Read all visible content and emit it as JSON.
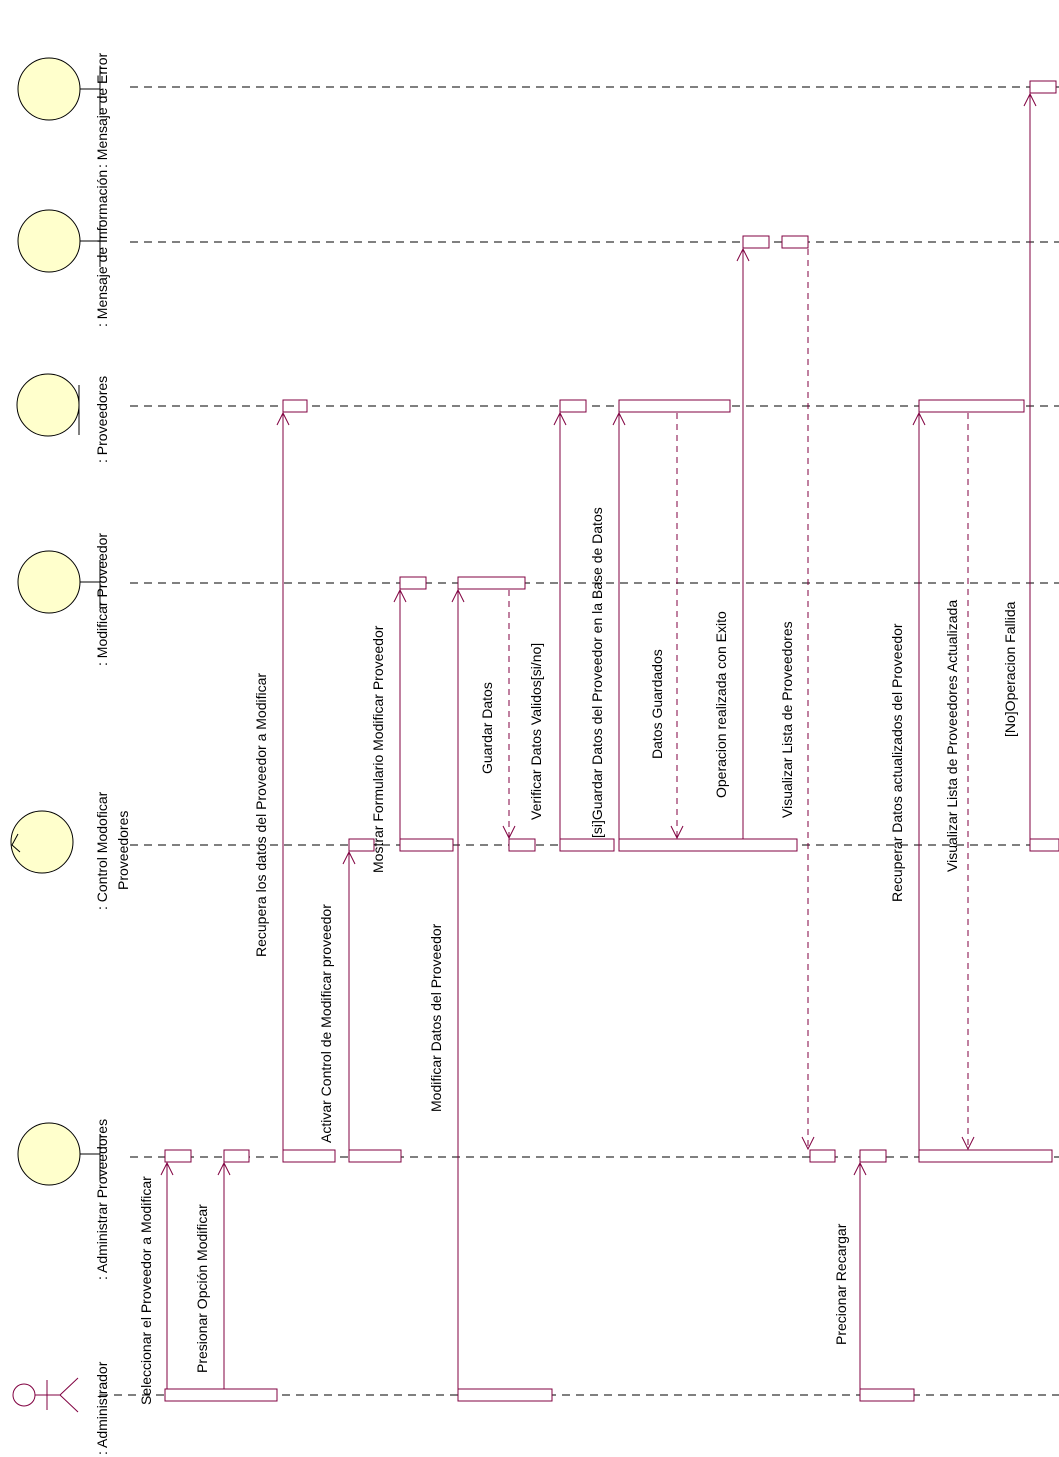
{
  "diagram": {
    "type": "uml-sequence-diagram",
    "orientation": "rotated-90-ccw",
    "colors": {
      "message": "#800040",
      "entity_fill": "#ffffcc",
      "lifeline": "#000000"
    },
    "participants": [
      {
        "id": "admin",
        "kind": "actor",
        "label": ": Administrador"
      },
      {
        "id": "ui",
        "kind": "boundary",
        "label": ": Administrar Proveedores"
      },
      {
        "id": "ctrl",
        "kind": "control",
        "label": ": Control Modoficar",
        "label2": "Proveedores"
      },
      {
        "id": "mod",
        "kind": "boundary",
        "label": ": Modificar Proveedor"
      },
      {
        "id": "prov",
        "kind": "entity",
        "label": ": Proveedores"
      },
      {
        "id": "info",
        "kind": "boundary",
        "label": ": Mensaje de Información"
      },
      {
        "id": "err",
        "kind": "boundary",
        "label": ": Mensaje de Error"
      }
    ],
    "messages": [
      {
        "from": "admin",
        "to": "ui",
        "label": "Seleccionar el Proveedor a Modificar"
      },
      {
        "from": "admin",
        "to": "ui",
        "label": "Presionar Opción Modificar"
      },
      {
        "from": "ui",
        "to": "prov",
        "label": "Recupera los datos del Proveedor  a Modificar"
      },
      {
        "from": "ui",
        "to": "ctrl",
        "label": "Activar Control de Modificar proveedor"
      },
      {
        "from": "ctrl",
        "to": "mod",
        "label": "Mostrar Formulario Modificar Proveedor"
      },
      {
        "from": "admin",
        "to": "mod",
        "label": "Modificar Datos del Proveedor"
      },
      {
        "from": "mod",
        "to": "ctrl",
        "label": "Guardar Datos"
      },
      {
        "from": "ctrl",
        "to": "ctrl",
        "label": "Verificar Datos Validos[si/no]"
      },
      {
        "from": "ctrl",
        "to": "prov",
        "label": "[si]Guardar Datos del Proveedor en la Base de Datos"
      },
      {
        "from": "prov",
        "to": "ctrl",
        "label": "Datos Guardados"
      },
      {
        "from": "ctrl",
        "to": "info",
        "label": "Operacion realizada con Exito"
      },
      {
        "from": "info",
        "to": "ui",
        "label": "Visualizar Lista de Proveedores"
      },
      {
        "from": "admin",
        "to": "ui",
        "label": "Precionar Recargar"
      },
      {
        "from": "ui",
        "to": "prov",
        "label": "Recuperar Datos actualizados del Proveedor"
      },
      {
        "from": "prov",
        "to": "ui",
        "label": "Visualizar Lista de Proveedores  Actualizada"
      },
      {
        "from": "ctrl",
        "to": "err",
        "label": "[No]Operacion Fallida"
      }
    ]
  }
}
